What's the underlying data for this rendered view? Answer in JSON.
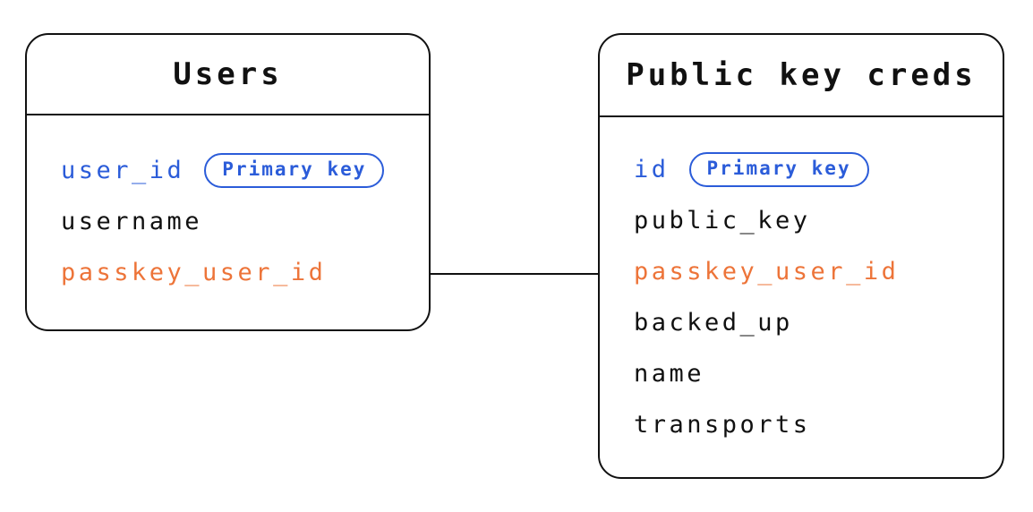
{
  "diagram": {
    "colors": {
      "blue": "#2B5CD9",
      "orange": "#ED7439",
      "text": "#111111",
      "border": "#111111",
      "background": "#ffffff"
    },
    "tables": [
      {
        "title": "Users",
        "fields": [
          {
            "name": "user_id",
            "color": "blue",
            "badge": "Primary key"
          },
          {
            "name": "username",
            "color": "text"
          },
          {
            "name": "passkey_user_id",
            "color": "orange"
          }
        ]
      },
      {
        "title": "Public key creds",
        "fields": [
          {
            "name": "id",
            "color": "blue",
            "badge": "Primary key"
          },
          {
            "name": "public_key",
            "color": "text"
          },
          {
            "name": "passkey_user_id",
            "color": "orange"
          },
          {
            "name": "backed_up",
            "color": "text"
          },
          {
            "name": "name",
            "color": "text"
          },
          {
            "name": "transports",
            "color": "text"
          }
        ]
      }
    ],
    "relationship": {
      "from_table": "Users",
      "from_field": "passkey_user_id",
      "to_table": "Public key creds",
      "to_field": "passkey_user_id"
    }
  }
}
